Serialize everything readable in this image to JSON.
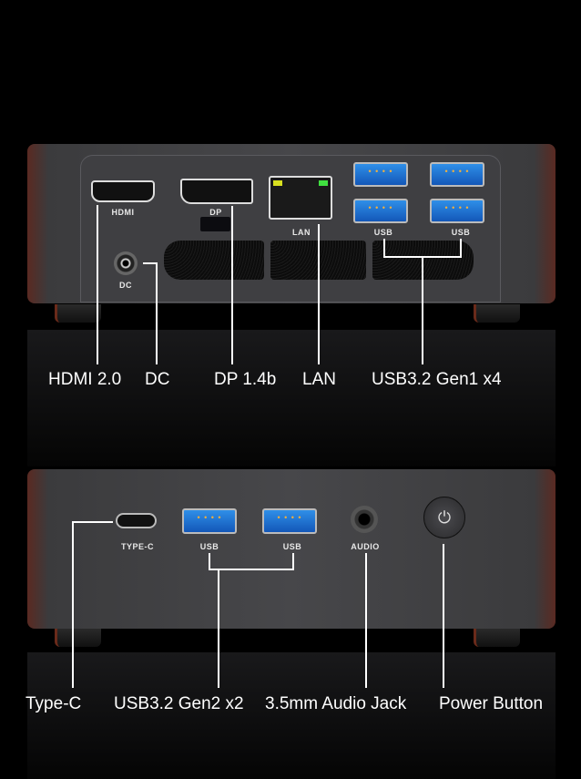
{
  "rear_panel": {
    "port_labels": {
      "hdmi": "HDMI",
      "dp": "DP",
      "lan": "LAN",
      "usb_left": "USB",
      "usb_right": "USB",
      "dc": "DC"
    },
    "callouts": [
      "HDMI 2.0",
      "DC",
      "DP 1.4b",
      "LAN",
      "USB3.2 Gen1 x4"
    ]
  },
  "front_panel": {
    "port_labels": {
      "typec": "TYPE-C",
      "usb_left": "USB",
      "usb_right": "USB",
      "audio": "AUDIO"
    },
    "callouts": [
      "Type-C",
      "USB3.2 Gen2 x2",
      "3.5mm Audio Jack",
      "Power Button"
    ]
  },
  "colors": {
    "background": "#000000",
    "usb_blue": "#2a7de0",
    "chassis": "#444447",
    "accent_red": "#6a2a1a"
  }
}
